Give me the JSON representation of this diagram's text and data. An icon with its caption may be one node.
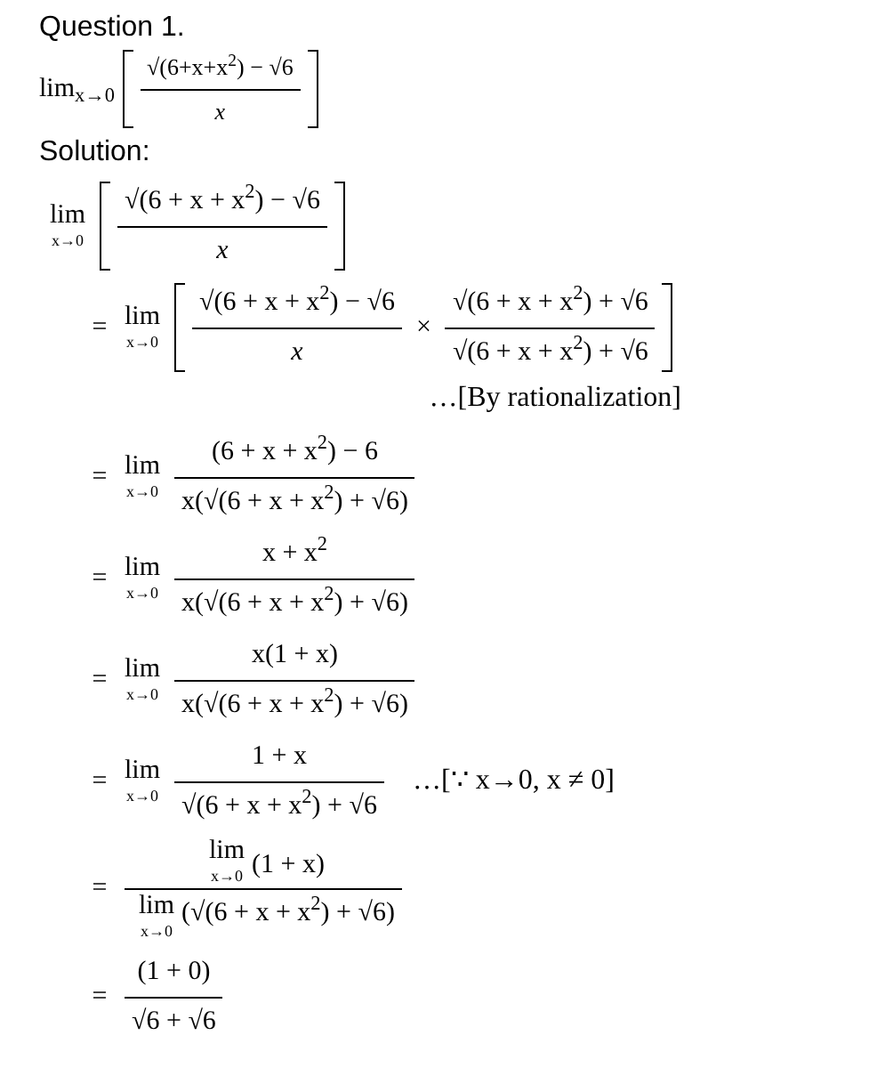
{
  "diagram": {
    "labels": [
      "Question 1.",
      "lim$_{x→0}$",
      "√(6+x+x$^{2}$) − √6",
      "x",
      "Solution:",
      "lim",
      "x→0",
      "√(6 + x + x$^{2}$) − √6",
      "x",
      "=",
      "lim",
      "x→0",
      "√(6 + x + x$^{2}$) − √6",
      "x",
      "×",
      "√(6 + x + x$^{2}$) + √6",
      "√(6 + x + x$^{2}$) + √6",
      "…[By rationalization]",
      "=",
      "lim",
      "x→0",
      "(6 + x + x$^{2}$) − 6",
      "x(√(6 + x + x$^{2}$) + √6)",
      "=",
      "lim",
      "x→0",
      "x + x$^{2}$",
      "x(√(6 + x + x$^{2}$) + √6)",
      "=",
      "lim",
      "x→0",
      "x(1 + x)",
      "x(√(6 + x + x$^{2}$) + √6)",
      "=",
      "lim",
      "x→0",
      "1 + x",
      "√(6 + x + x$^{2}$) + √6",
      "…[∵ x→0, x ≠ 0]",
      "=",
      "lim",
      "x→0",
      "(1 + x)",
      "lim",
      "x→0",
      "(√(6 + x + x$^{2}$) + √6)",
      "=",
      "(1 + 0)",
      "√6 + √6"
    ]
  }
}
